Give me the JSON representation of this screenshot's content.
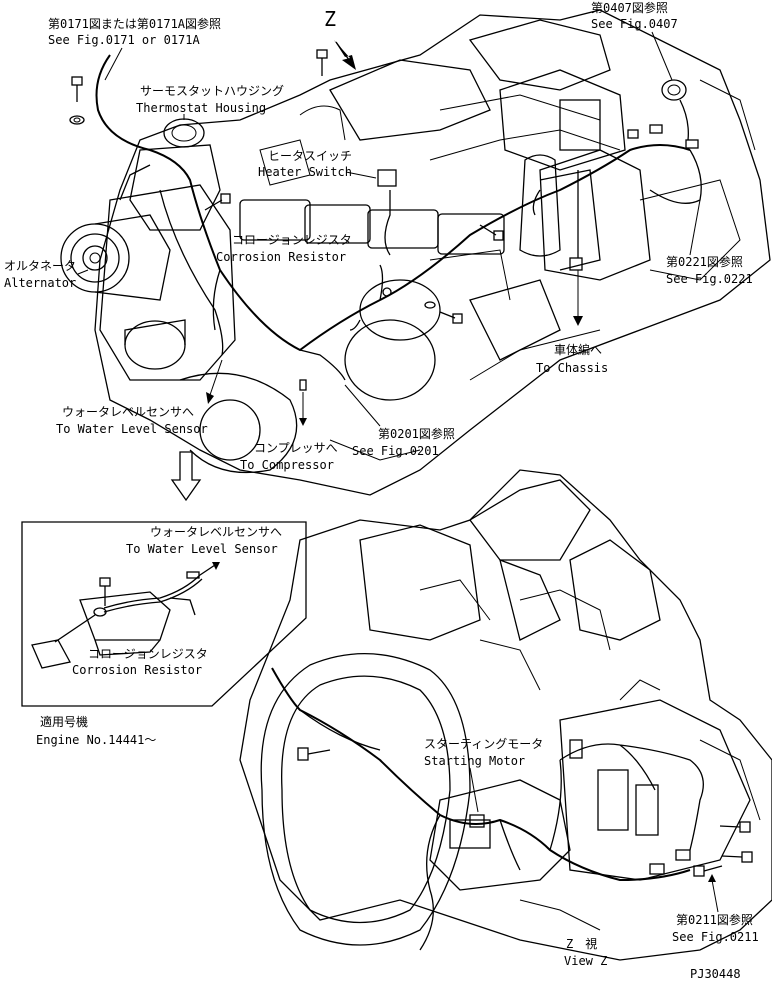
{
  "view_marker": "Z",
  "labels": {
    "fig0171_ja": "第0171図または第0171A図参照",
    "fig0171_en": "See Fig.0171 or 0171A",
    "fig0407_ja": "第0407図参照",
    "fig0407_en": "See Fig.0407",
    "thermostat_ja": "サーモスタットハウジング",
    "thermostat_en": "Thermostat Housing",
    "heater_ja": "ヒータスイッチ",
    "heater_en": "Heater Switch",
    "corrosion_ja": "コロージョンレジスタ",
    "corrosion_en": "Corrosion Resistor",
    "alternator_ja": "オルタネータ",
    "alternator_en": "Alternator",
    "fig0221_ja": "第0221図参照",
    "fig0221_en": "See Fig.0221",
    "chassis_ja": "車体編へ",
    "chassis_en": "To Chassis",
    "water_ja": "ウォータレベルセンサへ",
    "water_en": "To Water Level Sensor",
    "compressor_ja": "コンプレッサへ",
    "compressor_en": "To Compressor",
    "fig0201_ja": "第0201図参照",
    "fig0201_en": "See Fig.0201",
    "inset_water_ja": "ウォータレベルセンサへ",
    "inset_water_en": "To Water Level Sensor",
    "inset_corrosion_ja": "コロージョンレジスタ",
    "inset_corrosion_en": "Corrosion Resistor",
    "engine_no_ja": "適用号機",
    "engine_no_en": "Engine No.14441～",
    "starting_ja": "スターティングモータ",
    "starting_en": "Starting Motor",
    "fig0211_ja": "第0211図参照",
    "fig0211_en": "See Fig.0211",
    "viewz_ja": "Z　視",
    "viewz_en": "View Z",
    "drawing_code": "PJ30448"
  }
}
